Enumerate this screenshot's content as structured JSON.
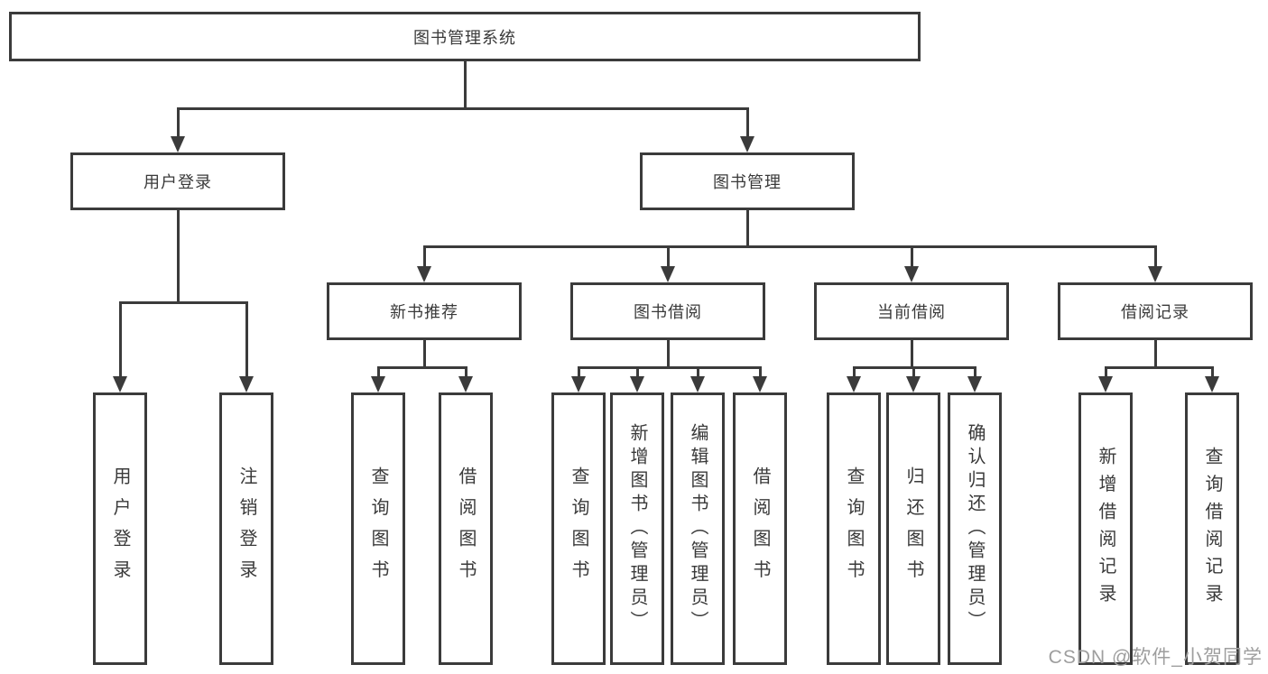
{
  "tree": {
    "label": "图书管理系统",
    "children": [
      {
        "label": "用户登录",
        "children": [
          {
            "label": "用户登录"
          },
          {
            "label": "注销登录"
          }
        ]
      },
      {
        "label": "图书管理",
        "children": [
          {
            "label": "新书推荐",
            "children": [
              {
                "label": "查询图书"
              },
              {
                "label": "借阅图书"
              }
            ]
          },
          {
            "label": "图书借阅",
            "children": [
              {
                "label": "查询图书"
              },
              {
                "label": "新增图书（管理员）"
              },
              {
                "label": "编辑图书（管理员）"
              },
              {
                "label": "借阅图书"
              }
            ]
          },
          {
            "label": "当前借阅",
            "children": [
              {
                "label": "查询图书"
              },
              {
                "label": "归还图书"
              },
              {
                "label": "确认归还（管理员）"
              }
            ]
          },
          {
            "label": "借阅记录",
            "children": [
              {
                "label": "新增借阅记录"
              },
              {
                "label": "查询借阅记录"
              }
            ]
          }
        ]
      }
    ]
  },
  "watermark": {
    "text": "CSDN @软件_小贺同学"
  },
  "colors": {
    "line": "#3b3b3b",
    "text": "#3a3a3a",
    "watermark": "#9e9e9e"
  }
}
